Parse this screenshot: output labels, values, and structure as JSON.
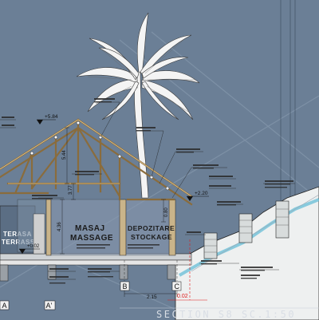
{
  "drawing": {
    "title": "SECTION S8    SC.1:50",
    "rooms": {
      "masaj_ro": "MASAJ",
      "masaj_fr": "MASSAGE",
      "depozitare_ro": "DEPOZITARE",
      "depozitare_fr": "STOCKAGE",
      "terasa_ro": "TERASA",
      "terasa_fr": "TERRASSE"
    },
    "elevations": {
      "ridge": "+5.84",
      "right_floor": "+2.20",
      "floor": "+0.02",
      "ground_red": "0.02"
    },
    "dimensions": {
      "roof_height": "5.44",
      "wall_height": "3.77",
      "room_height": "4.36",
      "store_height": "0.80",
      "bay_width": "2.15"
    },
    "axes": {
      "b": "B",
      "c": "C",
      "a": "A",
      "a_prime": "A'"
    }
  }
}
